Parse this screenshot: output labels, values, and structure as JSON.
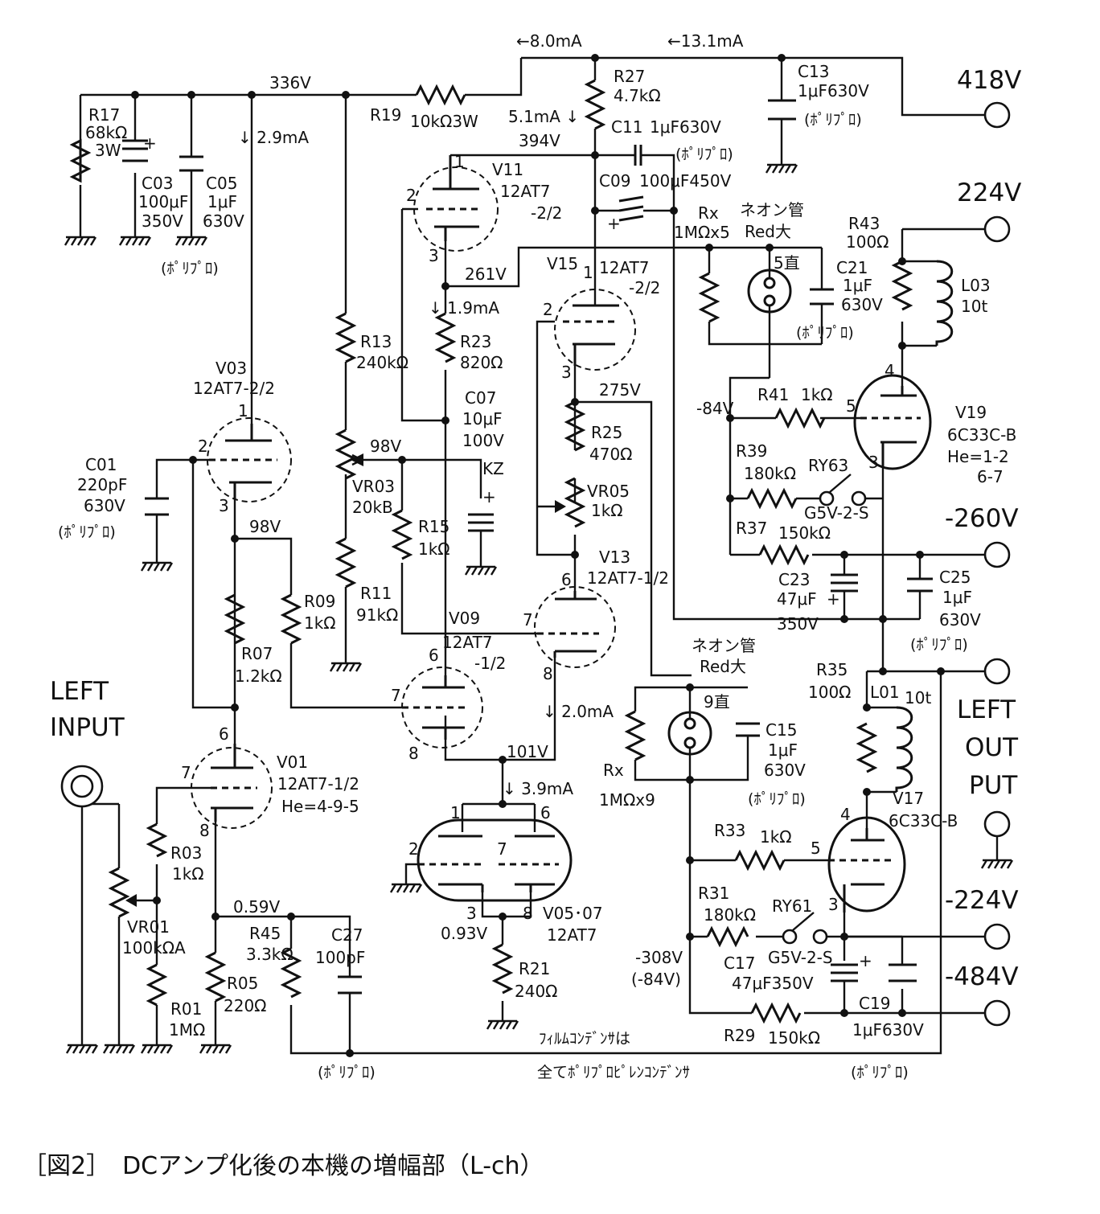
{
  "labels": {
    "cur_8": "←8.0mA",
    "cur_13": "←13.1mA",
    "v336": "336V",
    "r17": "R17",
    "r17v": "68kΩ",
    "r17w": "3W",
    "c03": "C03",
    "c03v": "100μF",
    "c03w": "350V",
    "c05": "C05",
    "c05v": "1μF",
    "c05w": "630V",
    "poly": "(ﾎﾟﾘﾌﾟﾛ)",
    "cur29": "↓ 2.9mA",
    "r19": "R19",
    "r19v": "10kΩ3W",
    "r27": "R27",
    "r27v": "4.7kΩ",
    "cur51": "5.1mA ↓",
    "v394": "394V",
    "c11": "C11",
    "c11v": "1μF630V",
    "c13": "C13",
    "c13v": "1μF630V",
    "v418": "418V",
    "v11": "V11",
    "v11t": "12AT7",
    "v11s": "-2/2",
    "c09": "C09",
    "c09v": "100μF450V",
    "rx1": "Rx",
    "rx1v": "1MΩx5",
    "neon1": "ネオン管",
    "neon1r": "Red大",
    "v224": "224V",
    "r43": "R43",
    "r43v": "100Ω",
    "l03": "L03",
    "l03v": "10t",
    "d5": "5直",
    "c21": "C21",
    "c21v": "1μF",
    "c21w": "630V",
    "v261": "261V",
    "v15": "V15",
    "v15t": "12AT7",
    "v15s": "-2/2",
    "cur19": "↓ 1.9mA",
    "r23": "R23",
    "r23v": "820Ω",
    "r13": "R13",
    "r13v": "240kΩ",
    "v03": "V03",
    "v03t": "12AT7-2/2",
    "v275": "275V",
    "c07": "C07",
    "c07v": "10μF",
    "c07w": "100V",
    "r25": "R25",
    "r25v": "470Ω",
    "vn84": "-84V",
    "r41": "R41",
    "r41v": "1kΩ",
    "v19": "V19",
    "v19t": "6C33C-B",
    "v19h": "He=1-2",
    "v19h2": "6-7",
    "c01": "C01",
    "c01v": "220pF",
    "c01w": "630V",
    "v98a": "98V",
    "kz": "KZ",
    "vr03": "VR03",
    "vr03v": "20kB",
    "vr05": "VR05",
    "vr05v": "1kΩ",
    "r39": "R39",
    "r39v": "180kΩ",
    "ry63": "RY63",
    "g5v1": "G5V-2-S",
    "vn260": "-260V",
    "r15": "R15",
    "r15v": "1kΩ",
    "v13": "V13",
    "v13t": "12AT7-1/2",
    "r37": "R37",
    "r37v": "150kΩ",
    "v98b": "98V",
    "c23": "C23",
    "c23v": "47μF",
    "c23w": "350V",
    "c25": "C25",
    "c25v": "1μF",
    "c25w": "630V",
    "r09": "R09",
    "r09v": "1kΩ",
    "r11": "R11",
    "r11v": "91kΩ",
    "v09": "V09",
    "v09t": "12AT7",
    "v09s": "-1/2",
    "neon2": "ネオン管",
    "neon2r": "Red大",
    "r07": "R07",
    "r07v": "1.2kΩ",
    "r35": "R35",
    "r35v": "100Ω",
    "l01": "L01",
    "l01v": "10t",
    "left_in1": "LEFT",
    "left_in2": "INPUT",
    "left_out1": "LEFT",
    "left_out2": "OUT",
    "left_out3": "PUT",
    "d9": "9直",
    "c15": "C15",
    "c15v": "1μF",
    "c15w": "630V",
    "cur20": "↓ 2.0mA",
    "v01": "V01",
    "v01t": "12AT7-1/2",
    "v01h": "He=4-9-5",
    "v101": "101V",
    "rx2": "Rx",
    "rx2v": "1MΩx9",
    "v17": "V17",
    "v17t": "6C33C-B",
    "cur39": "↓ 3.9mA",
    "r03": "R03",
    "r03v": "1kΩ",
    "r33": "R33",
    "r33v": "1kΩ",
    "vn224": "-224V",
    "vr01": "VR01",
    "vr01v": "100kΩA",
    "v059": "0.59V",
    "r45": "R45",
    "r45v": "3.3kΩ",
    "c27": "C27",
    "c27v": "100pF",
    "v0507": "V05･07",
    "v0507t": "12AT7",
    "v093": "0.93V",
    "r31": "R31",
    "r31v": "180kΩ",
    "ry61": "RY61",
    "g5v2": "G5V-2-S",
    "vn308": "-308V",
    "vn308b": "(-84V)",
    "c17": "C17",
    "c17v": "47μF350V",
    "vn484": "-484V",
    "r01": "R01",
    "r01v": "1MΩ",
    "r05": "R05",
    "r05v": "220Ω",
    "r21": "R21",
    "r21v": "240Ω",
    "film1": "ﾌｨﾙﾑｺﾝﾃﾞﾝｻは",
    "film2": "全てﾎﾟﾘﾌﾟﾛﾋﾟﾚﾝｺﾝﾃﾞﾝｻ",
    "r29": "R29",
    "r29v": "150kΩ",
    "c19": "C19",
    "c19v": "1μF630V",
    "caption": "［図2］　DCアンプ化後の本機の増幅部（L-ch）"
  }
}
